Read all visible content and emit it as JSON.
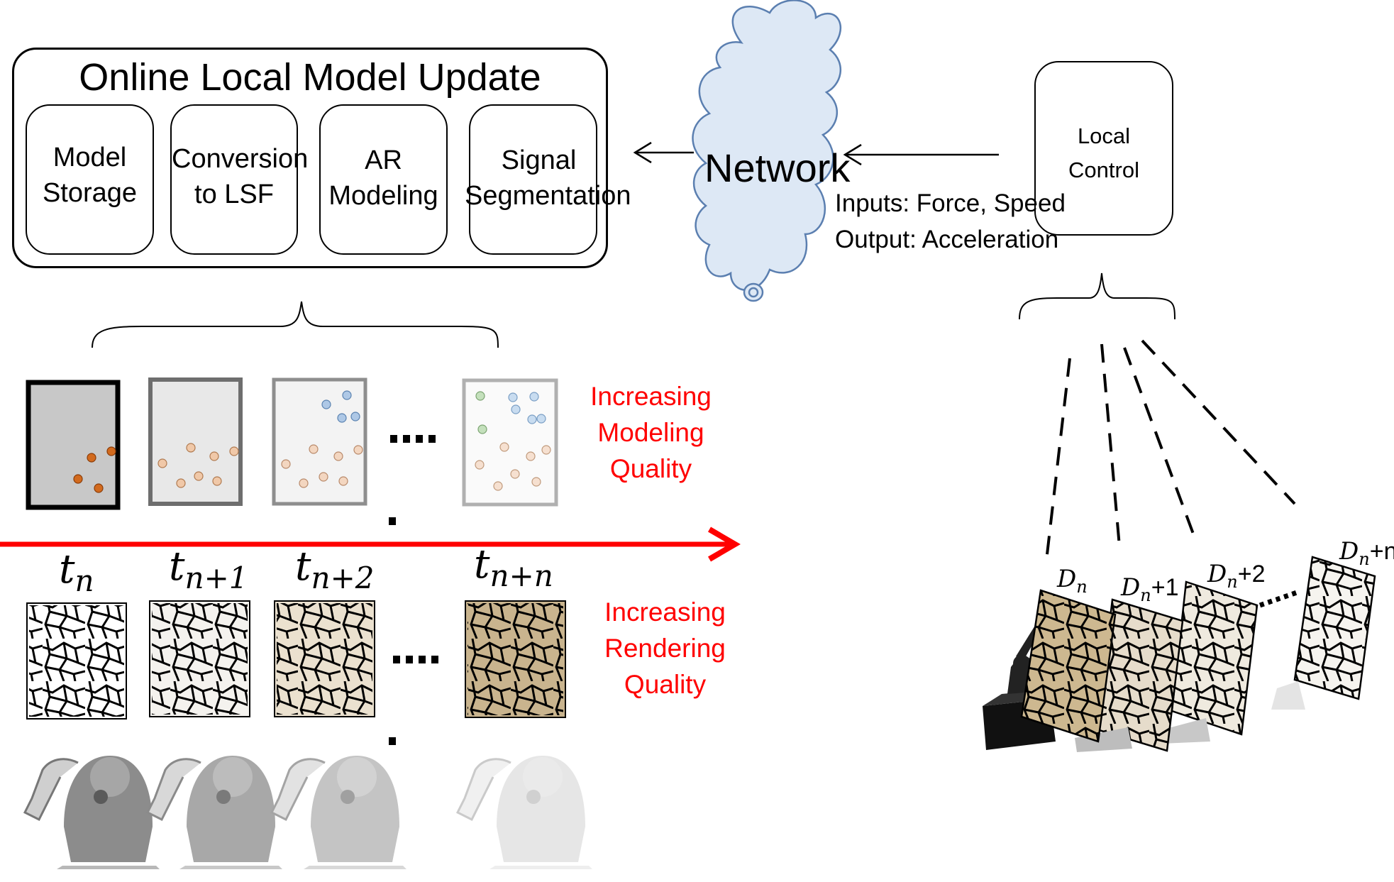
{
  "model_update": {
    "title": "Online Local Model Update",
    "stages": [
      {
        "label": "Model\nStorage"
      },
      {
        "label": "Conversion\nto LSF"
      },
      {
        "label": "AR\nModeling"
      },
      {
        "label": "Signal\nSegmentation"
      }
    ]
  },
  "network": {
    "label": "Network"
  },
  "local_control": {
    "label": "Local\nControl"
  },
  "io": {
    "inputs": "Inputs: Force, Speed",
    "output": "Output: Acceleration"
  },
  "modeling_quality": {
    "label": "Increasing\nModeling\nQuality"
  },
  "rendering_quality": {
    "label": "Increasing\nRendering\nQuality"
  },
  "timeline": {
    "steps": [
      {
        "base": "t",
        "sub": "n"
      },
      {
        "base": "t",
        "sub": "n+1"
      },
      {
        "base": "t",
        "sub": "n+2"
      },
      {
        "base": "t",
        "sub": "n+n"
      }
    ]
  },
  "planes": [
    {
      "base": "D",
      "sub": "n",
      "suffix": ""
    },
    {
      "base": "D",
      "sub": "n",
      "suffix": "+1"
    },
    {
      "base": "D",
      "sub": "n",
      "suffix": "+2"
    },
    {
      "base": "D",
      "sub": "n",
      "suffix": "+n"
    }
  ],
  "colors": {
    "arrow_red": "#ff0000",
    "cloud_fill": "#dde8f5",
    "cloud_stroke": "#5b7fb0"
  }
}
